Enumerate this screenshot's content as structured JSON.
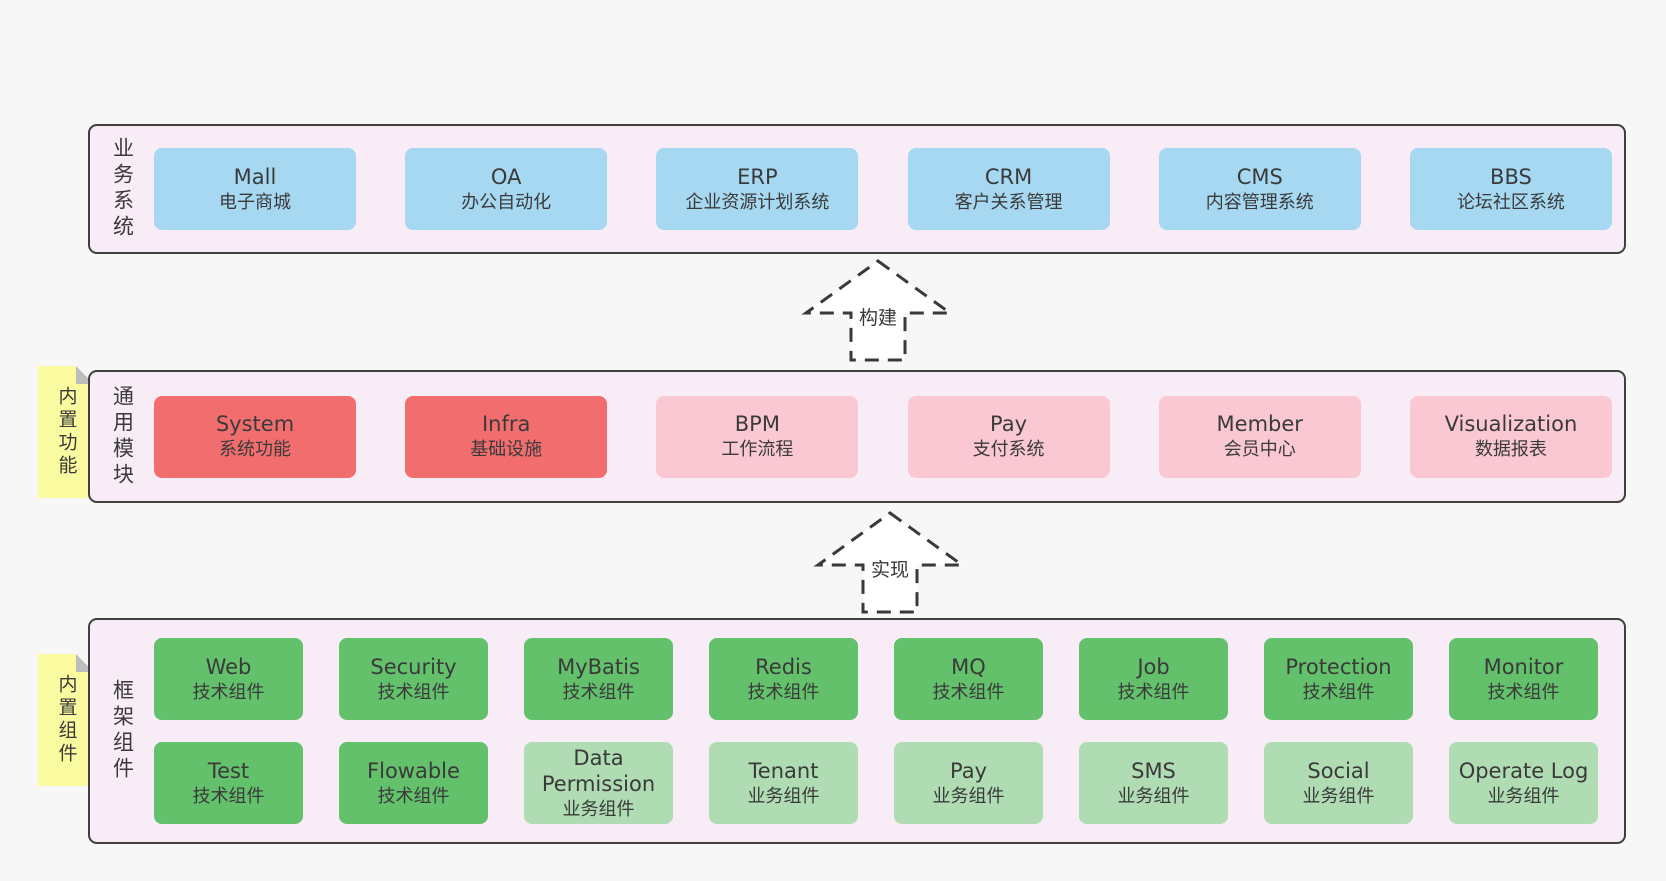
{
  "colors": {
    "page_bg": "#f7f7f7",
    "panel_bg": "#f8edf7",
    "panel_border": "#3f3f3f",
    "blue": "#a7d8f2",
    "red": "#f26e6e",
    "pink": "#f9c8d3",
    "green": "#63c06b",
    "light_green": "#afdcb2",
    "yellow": "#fafaa0",
    "fold": "#bdbdbd",
    "text": "#3a3a3a",
    "arrow_fill": "#ffffff"
  },
  "layers": {
    "business": {
      "label": "业务系统",
      "boxes": [
        {
          "name": "Mall",
          "subtitle": "电子商城"
        },
        {
          "name": "OA",
          "subtitle": "办公自动化"
        },
        {
          "name": "ERP",
          "subtitle": "企业资源计划系统"
        },
        {
          "name": "CRM",
          "subtitle": "客户关系管理"
        },
        {
          "name": "CMS",
          "subtitle": "内容管理系统"
        },
        {
          "name": "BBS",
          "subtitle": "论坛社区系统"
        }
      ]
    },
    "modules": {
      "label": "通用模块",
      "tag": "内置功能",
      "boxes": [
        {
          "name": "System",
          "subtitle": "系统功能"
        },
        {
          "name": "Infra",
          "subtitle": "基础设施"
        },
        {
          "name": "BPM",
          "subtitle": "工作流程"
        },
        {
          "name": "Pay",
          "subtitle": "支付系统"
        },
        {
          "name": "Member",
          "subtitle": "会员中心"
        },
        {
          "name": "Visualization",
          "subtitle": "数据报表"
        }
      ]
    },
    "components": {
      "label": "框架组件",
      "tag": "内置组件",
      "row1": [
        {
          "name": "Web",
          "subtitle": "技术组件"
        },
        {
          "name": "Security",
          "subtitle": "技术组件"
        },
        {
          "name": "MyBatis",
          "subtitle": "技术组件"
        },
        {
          "name": "Redis",
          "subtitle": "技术组件"
        },
        {
          "name": "MQ",
          "subtitle": "技术组件"
        },
        {
          "name": "Job",
          "subtitle": "技术组件"
        },
        {
          "name": "Protection",
          "subtitle": "技术组件"
        },
        {
          "name": "Monitor",
          "subtitle": "技术组件"
        }
      ],
      "row2": [
        {
          "name": "Test",
          "subtitle": "技术组件"
        },
        {
          "name": "Flowable",
          "subtitle": "技术组件"
        },
        {
          "name": "Data Permission",
          "subtitle": "业务组件"
        },
        {
          "name": "Tenant",
          "subtitle": "业务组件"
        },
        {
          "name": "Pay",
          "subtitle": "业务组件"
        },
        {
          "name": "SMS",
          "subtitle": "业务组件"
        },
        {
          "name": "Social",
          "subtitle": "业务组件"
        },
        {
          "name": "Operate Log",
          "subtitle": "业务组件"
        }
      ]
    }
  },
  "arrows": {
    "build": {
      "label": "构建"
    },
    "implement": {
      "label": "实现"
    }
  }
}
